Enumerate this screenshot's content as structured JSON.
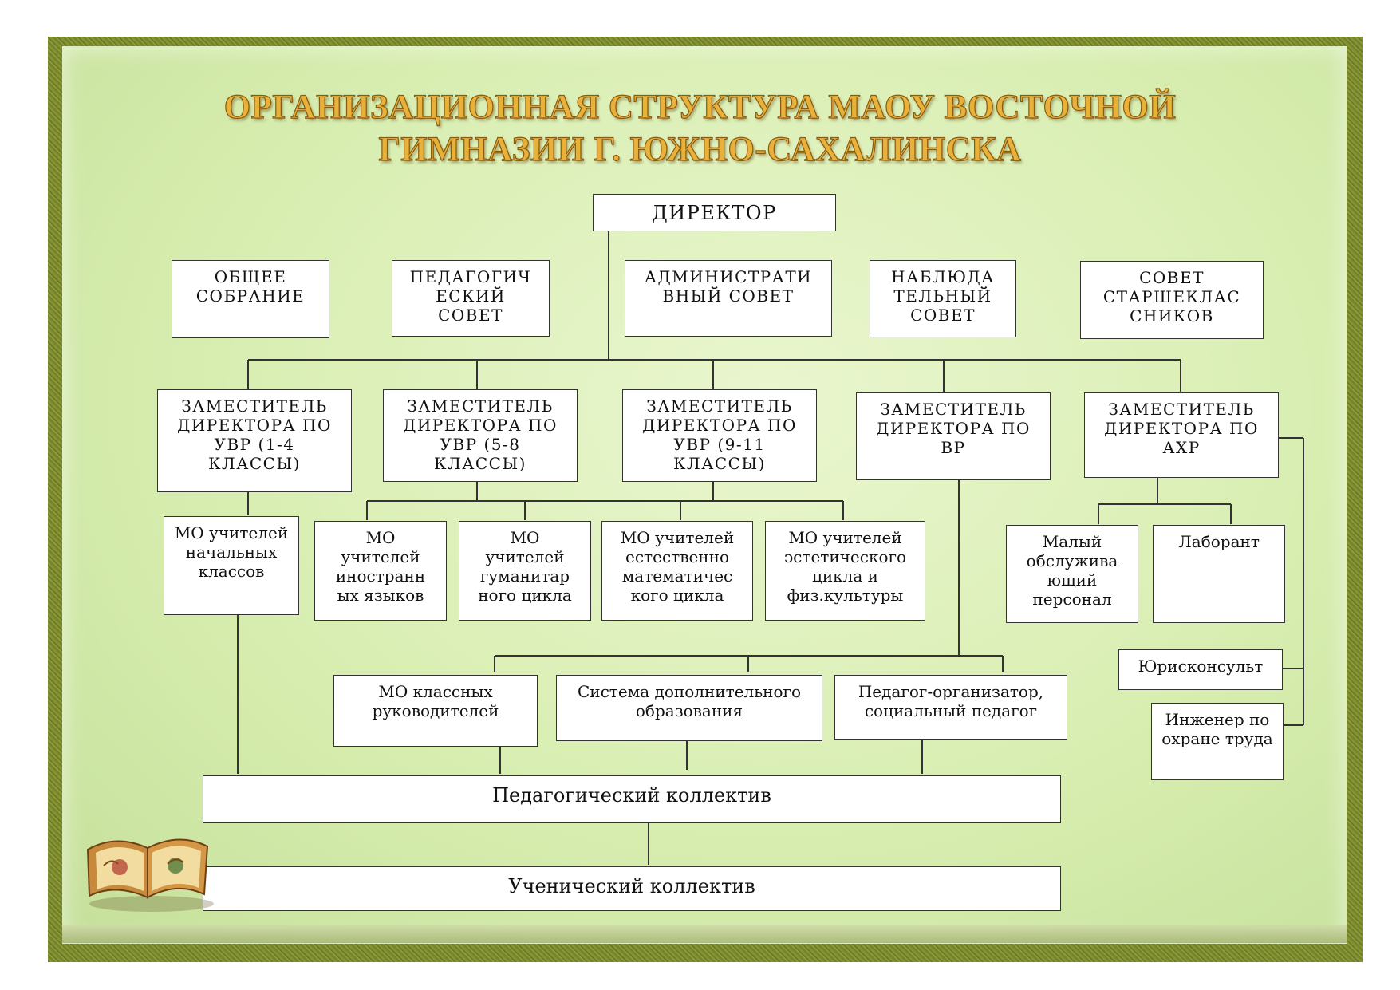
{
  "title": {
    "line1": "ОРГАНИЗАЦИОННАЯ СТРУКТУРА МАОУ ВОСТОЧНОЙ",
    "line2": "ГИМНАЗИИ Г. ЮЖНО-САХАЛИНСКА"
  },
  "director": "ДИРЕКТОР",
  "councils": {
    "general_meeting": "ОБЩЕЕ СОБРАНИЕ",
    "pedagogical_council": "ПЕДАГОГИЧ ЕСКИЙ СОВЕТ",
    "administrative_council": "АДМИНИСТРАТИ ВНЫЙ СОВЕТ",
    "supervisory_council": "НАБЛЮДА ТЕЛЬНЫЙ СОВЕТ",
    "senior_students_council": "СОВЕТ СТАРШЕКЛАС СНИКОВ"
  },
  "deputies": {
    "uvr_1_4": "ЗАМЕСТИТЕЛЬ ДИРЕКТОРА ПО УВР (1-4 КЛАССЫ)",
    "uvr_5_8": "ЗАМЕСТИТЕЛЬ ДИРЕКТОРА ПО УВР (5-8 КЛАССЫ)",
    "uvr_9_11": "ЗАМЕСТИТЕЛЬ ДИРЕКТОРА ПО УВР (9-11 КЛАССЫ)",
    "vr": "ЗАМЕСТИТЕЛЬ ДИРЕКТОРА ПО ВР",
    "ahr": "ЗАМЕСТИТЕЛЬ ДИРЕКТОРА ПО АХР"
  },
  "mo": {
    "primary": "МО учителей начальных классов",
    "foreign": "МО учителей иностранн ых языков",
    "humanities": "МО учителей гуманитар ного цикла",
    "science": "МО учителей естественно математичес кого цикла",
    "aesthetic": "МО учителей эстетического цикла и физ.культуры"
  },
  "vr_units": {
    "class_teachers": "МО классных руководителей",
    "additional_education": "Система дополнительного образования",
    "organizer": "Педагог-организатор, социальный педагог"
  },
  "ahr_units": {
    "service_staff": "Малый обслужива ющий персонал",
    "lab_assistant": "Лаборант",
    "legal": "Юрисконсульт",
    "safety_engineer": "Инженер по охране труда"
  },
  "collectives": {
    "pedagogical": "Педагогический коллектив",
    "students": "Ученический коллектив"
  }
}
